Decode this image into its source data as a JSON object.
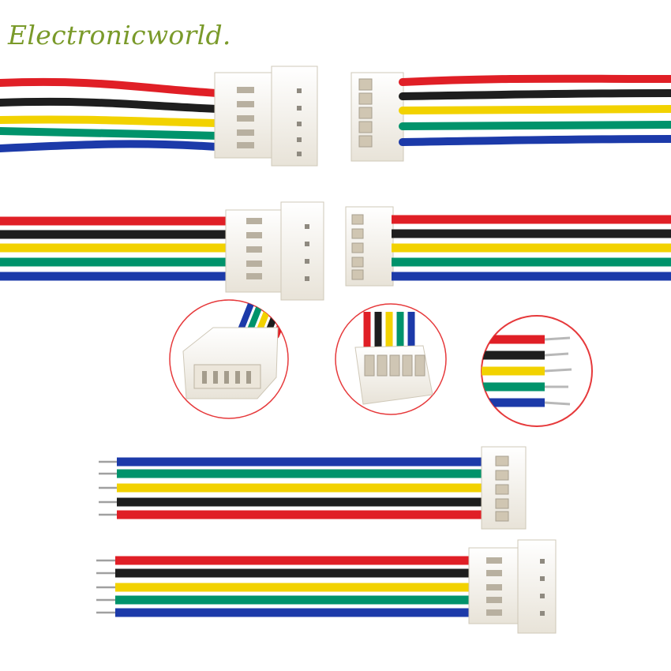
{
  "brand": {
    "text": "Electronicworld."
  },
  "colors": {
    "brand_text": "#7a9a2a",
    "wire_red": "#e01f26",
    "wire_black": "#1e1e1e",
    "wire_yellow": "#f2d200",
    "wire_green": "#00936b",
    "wire_blue": "#1c3aa9",
    "connector_body": "#f4f1ea",
    "detail_circle": "#e6393b"
  },
  "products": [
    {
      "name": "Male and female connector pair with 5 wires"
    },
    {
      "name": "Male and female connector pair, straight"
    },
    {
      "name": "Female housing close-up"
    },
    {
      "name": "Male header close-up"
    },
    {
      "name": "Tinned wire ends close-up"
    },
    {
      "name": "Cable with single connector and tinned ends"
    },
    {
      "name": "Cable with male connector and tinned ends"
    }
  ]
}
